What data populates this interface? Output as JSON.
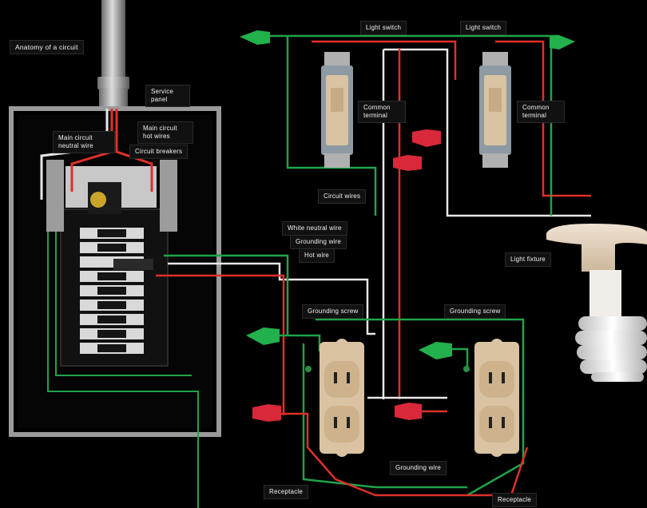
{
  "title": "Anatomy of a circuit",
  "labels": {
    "service_panel": "Service panel",
    "main_circuit_hot": "Main circuit hot wires",
    "main_circuit_neutral": "Main circuit neutral wire",
    "circuit_breakers": "Circuit breakers",
    "light_switch_1": "Light switch",
    "light_switch_2": "Light switch",
    "common_terminal_1": "Common terminal",
    "common_terminal_2": "Common terminal",
    "circuit_wires": "Circuit wires",
    "white_neutral_wire": "White neutral wire",
    "grounding_wire_top": "Grounding wire",
    "hot_wire": "Hot wire",
    "light_fixture": "Light fixture",
    "grounding_screw_1": "Grounding screw",
    "grounding_screw_2": "Grounding screw",
    "grounding_wire_bottom": "Grounding wire",
    "receptacle_1": "Receptacle",
    "receptacle_2": "Receptacle"
  },
  "colors": {
    "hot": "#e0302a",
    "neutral": "#e8e8e8",
    "ground": "#1fa34a",
    "wire_nut_green": "#22b14c",
    "wire_nut_red": "#d8283a",
    "switch_body": "#d9c3a2",
    "panel_frame": "#9a9a9a"
  }
}
